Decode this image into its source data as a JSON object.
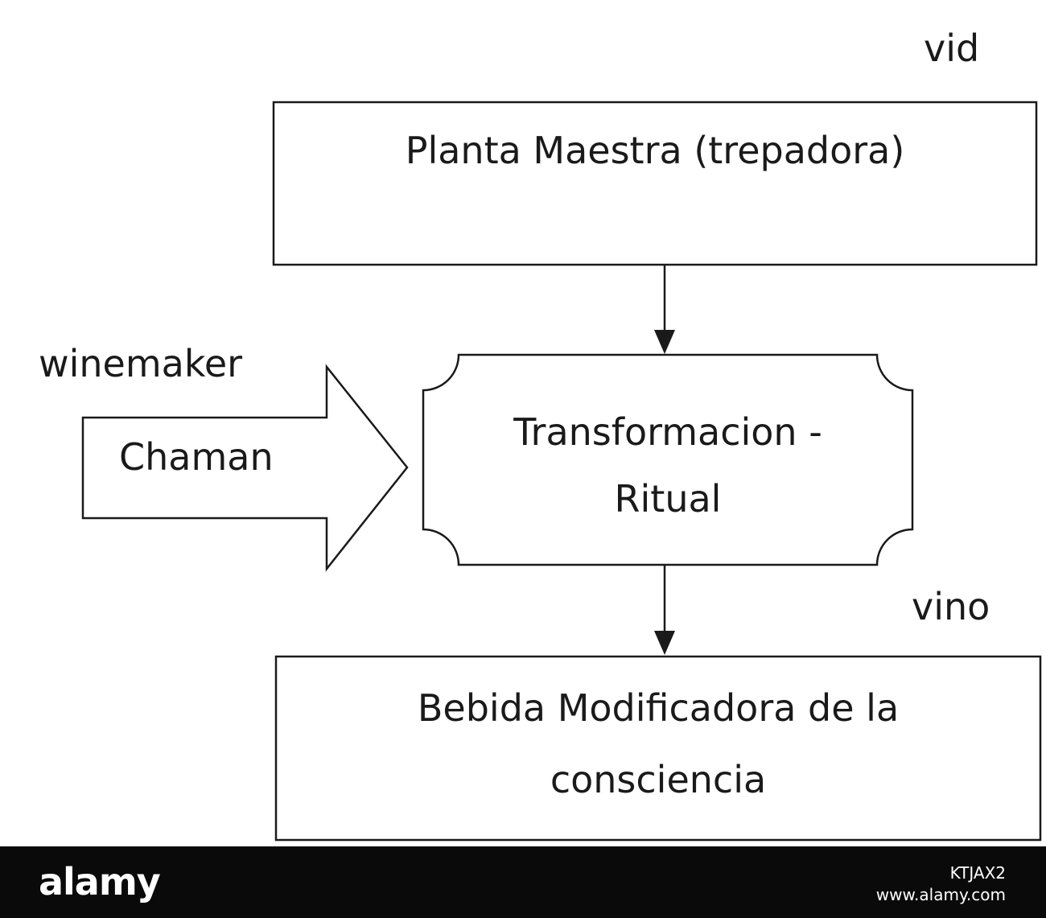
{
  "diagram": {
    "nodes": {
      "planta": {
        "label": "Planta Maestra (trepadora)",
        "note": "vid"
      },
      "transformacion": {
        "label_lines": [
          "Transformacion -",
          "Ritual"
        ]
      },
      "bebida": {
        "label_lines": [
          "Bebida Modificadora de la",
          "consciencia"
        ],
        "note": "vino"
      },
      "chaman": {
        "label": "Chaman",
        "note": "winemaker"
      }
    },
    "edges": [
      {
        "from": "planta",
        "to": "transformacion"
      },
      {
        "from": "transformacion",
        "to": "bebida"
      },
      {
        "from": "chaman",
        "to": "transformacion"
      }
    ]
  },
  "footer": {
    "logo": "alamy",
    "image_id": "KTJAX2",
    "site": "www.alamy.com"
  },
  "colors": {
    "ink": "#1a1a1a",
    "footer_bg": "#0a0a0a",
    "footer_text": "#ffffff"
  }
}
